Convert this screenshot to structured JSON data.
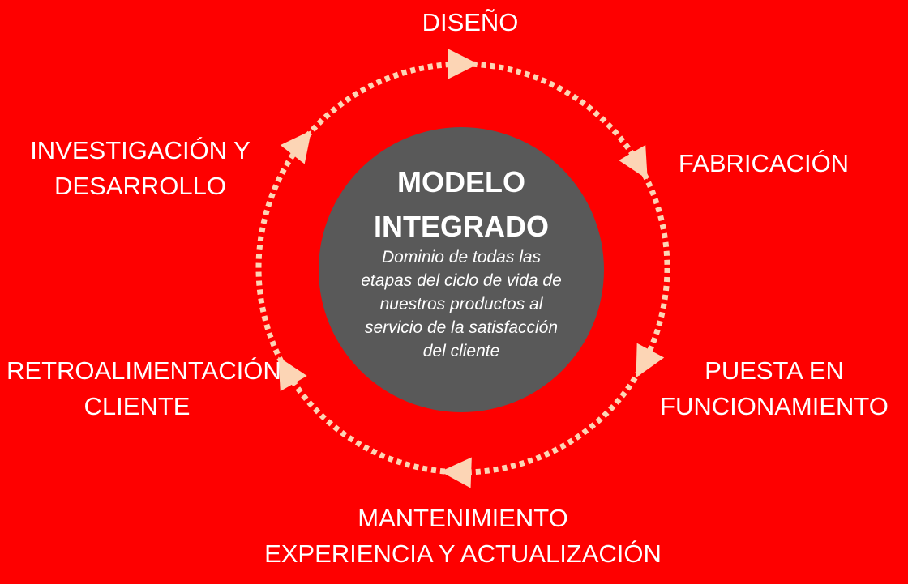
{
  "center": {
    "title_lines": [
      "MODELO",
      "INTEGRADO"
    ],
    "description_lines": [
      "Dominio de todas las",
      "etapas del ciclo de vida de",
      "nuestros productos al",
      "servicio de la satisfacción",
      "del cliente"
    ]
  },
  "stages": {
    "diseno": [
      "DISEÑO"
    ],
    "fabricacion": [
      "FABRICACIÓN"
    ],
    "puesta_en_funcionamiento": [
      "PUESTA EN",
      "FUNCIONAMIENTO"
    ],
    "mantenimiento": [
      "MANTENIMIENTO",
      "EXPERIENCIA Y ACTUALIZACIÓN"
    ],
    "retroalimentacion_cliente": [
      "RETROALIMENTACIÓN",
      "CLIENTE"
    ],
    "investigacion_y_desarrollo": [
      "INVESTIGACIÓN Y",
      "DESARROLLO"
    ]
  },
  "colors": {
    "background": "#fe0000",
    "center_circle": "#595959",
    "cycle_arrows": "#fcd5b5",
    "text": "#ffffff"
  }
}
